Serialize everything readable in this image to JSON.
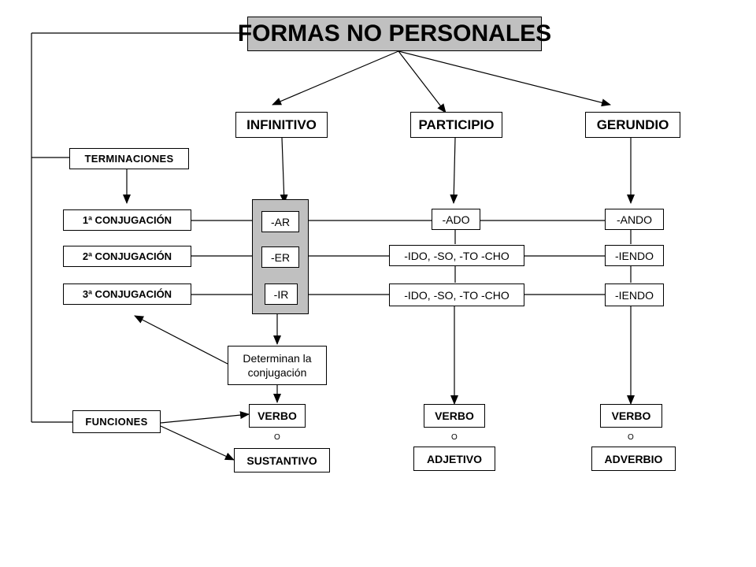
{
  "title": "FORMAS NO PERSONALES",
  "headers": {
    "infinitivo": "INFINITIVO",
    "participio": "PARTICIPIO",
    "gerundio": "GERUNDIO"
  },
  "left": {
    "terminaciones": "TERMINACIONES",
    "conj1": "1ª CONJUGACIÓN",
    "conj2": "2ª CONJUGACIÓN",
    "conj3": "3ª CONJUGACIÓN",
    "funciones": "FUNCIONES"
  },
  "infinitivo": {
    "end1": "-AR",
    "end2": "-ER",
    "end3": "-IR",
    "note": "Determinan la conjugación",
    "func1": "VERBO",
    "sep": "O",
    "func2": "SUSTANTIVO"
  },
  "participio": {
    "end1": "-ADO",
    "end2": "-IDO, -SO, -TO -CHO",
    "end3": "-IDO, -SO, -TO -CHO",
    "func1": "VERBO",
    "sep": "O",
    "func2": "ADJETIVO"
  },
  "gerundio": {
    "end1": "-ANDO",
    "end2": "-IENDO",
    "end3": "-IENDO",
    "func1": "VERBO",
    "sep": "O",
    "func2": "ADVERBIO"
  },
  "colors": {
    "title_bg": "#c0c0c0",
    "highlight_bg": "#c0c0c0",
    "line": "#000000"
  }
}
